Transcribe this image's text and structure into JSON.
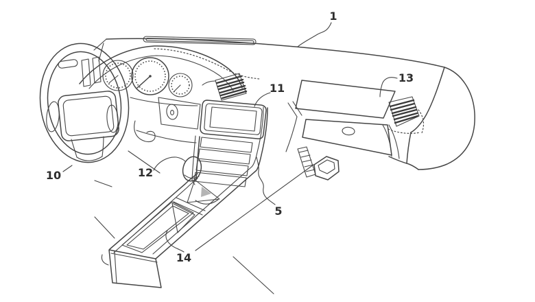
{
  "figure": {
    "type": "patent-line-drawing",
    "subject": "vehicle dashboard and center console interior",
    "labels": {
      "dashboard": "1",
      "console_side": "5",
      "steering_wheel": "10",
      "center_display": "11",
      "gear_shifter": "12",
      "glovebox_panel": "13",
      "storage_tray": "14"
    },
    "colors": {
      "background": "#ffffff",
      "line": "#454545",
      "label_text": "#2d2d2d",
      "shading": "#b5b5b5"
    }
  }
}
